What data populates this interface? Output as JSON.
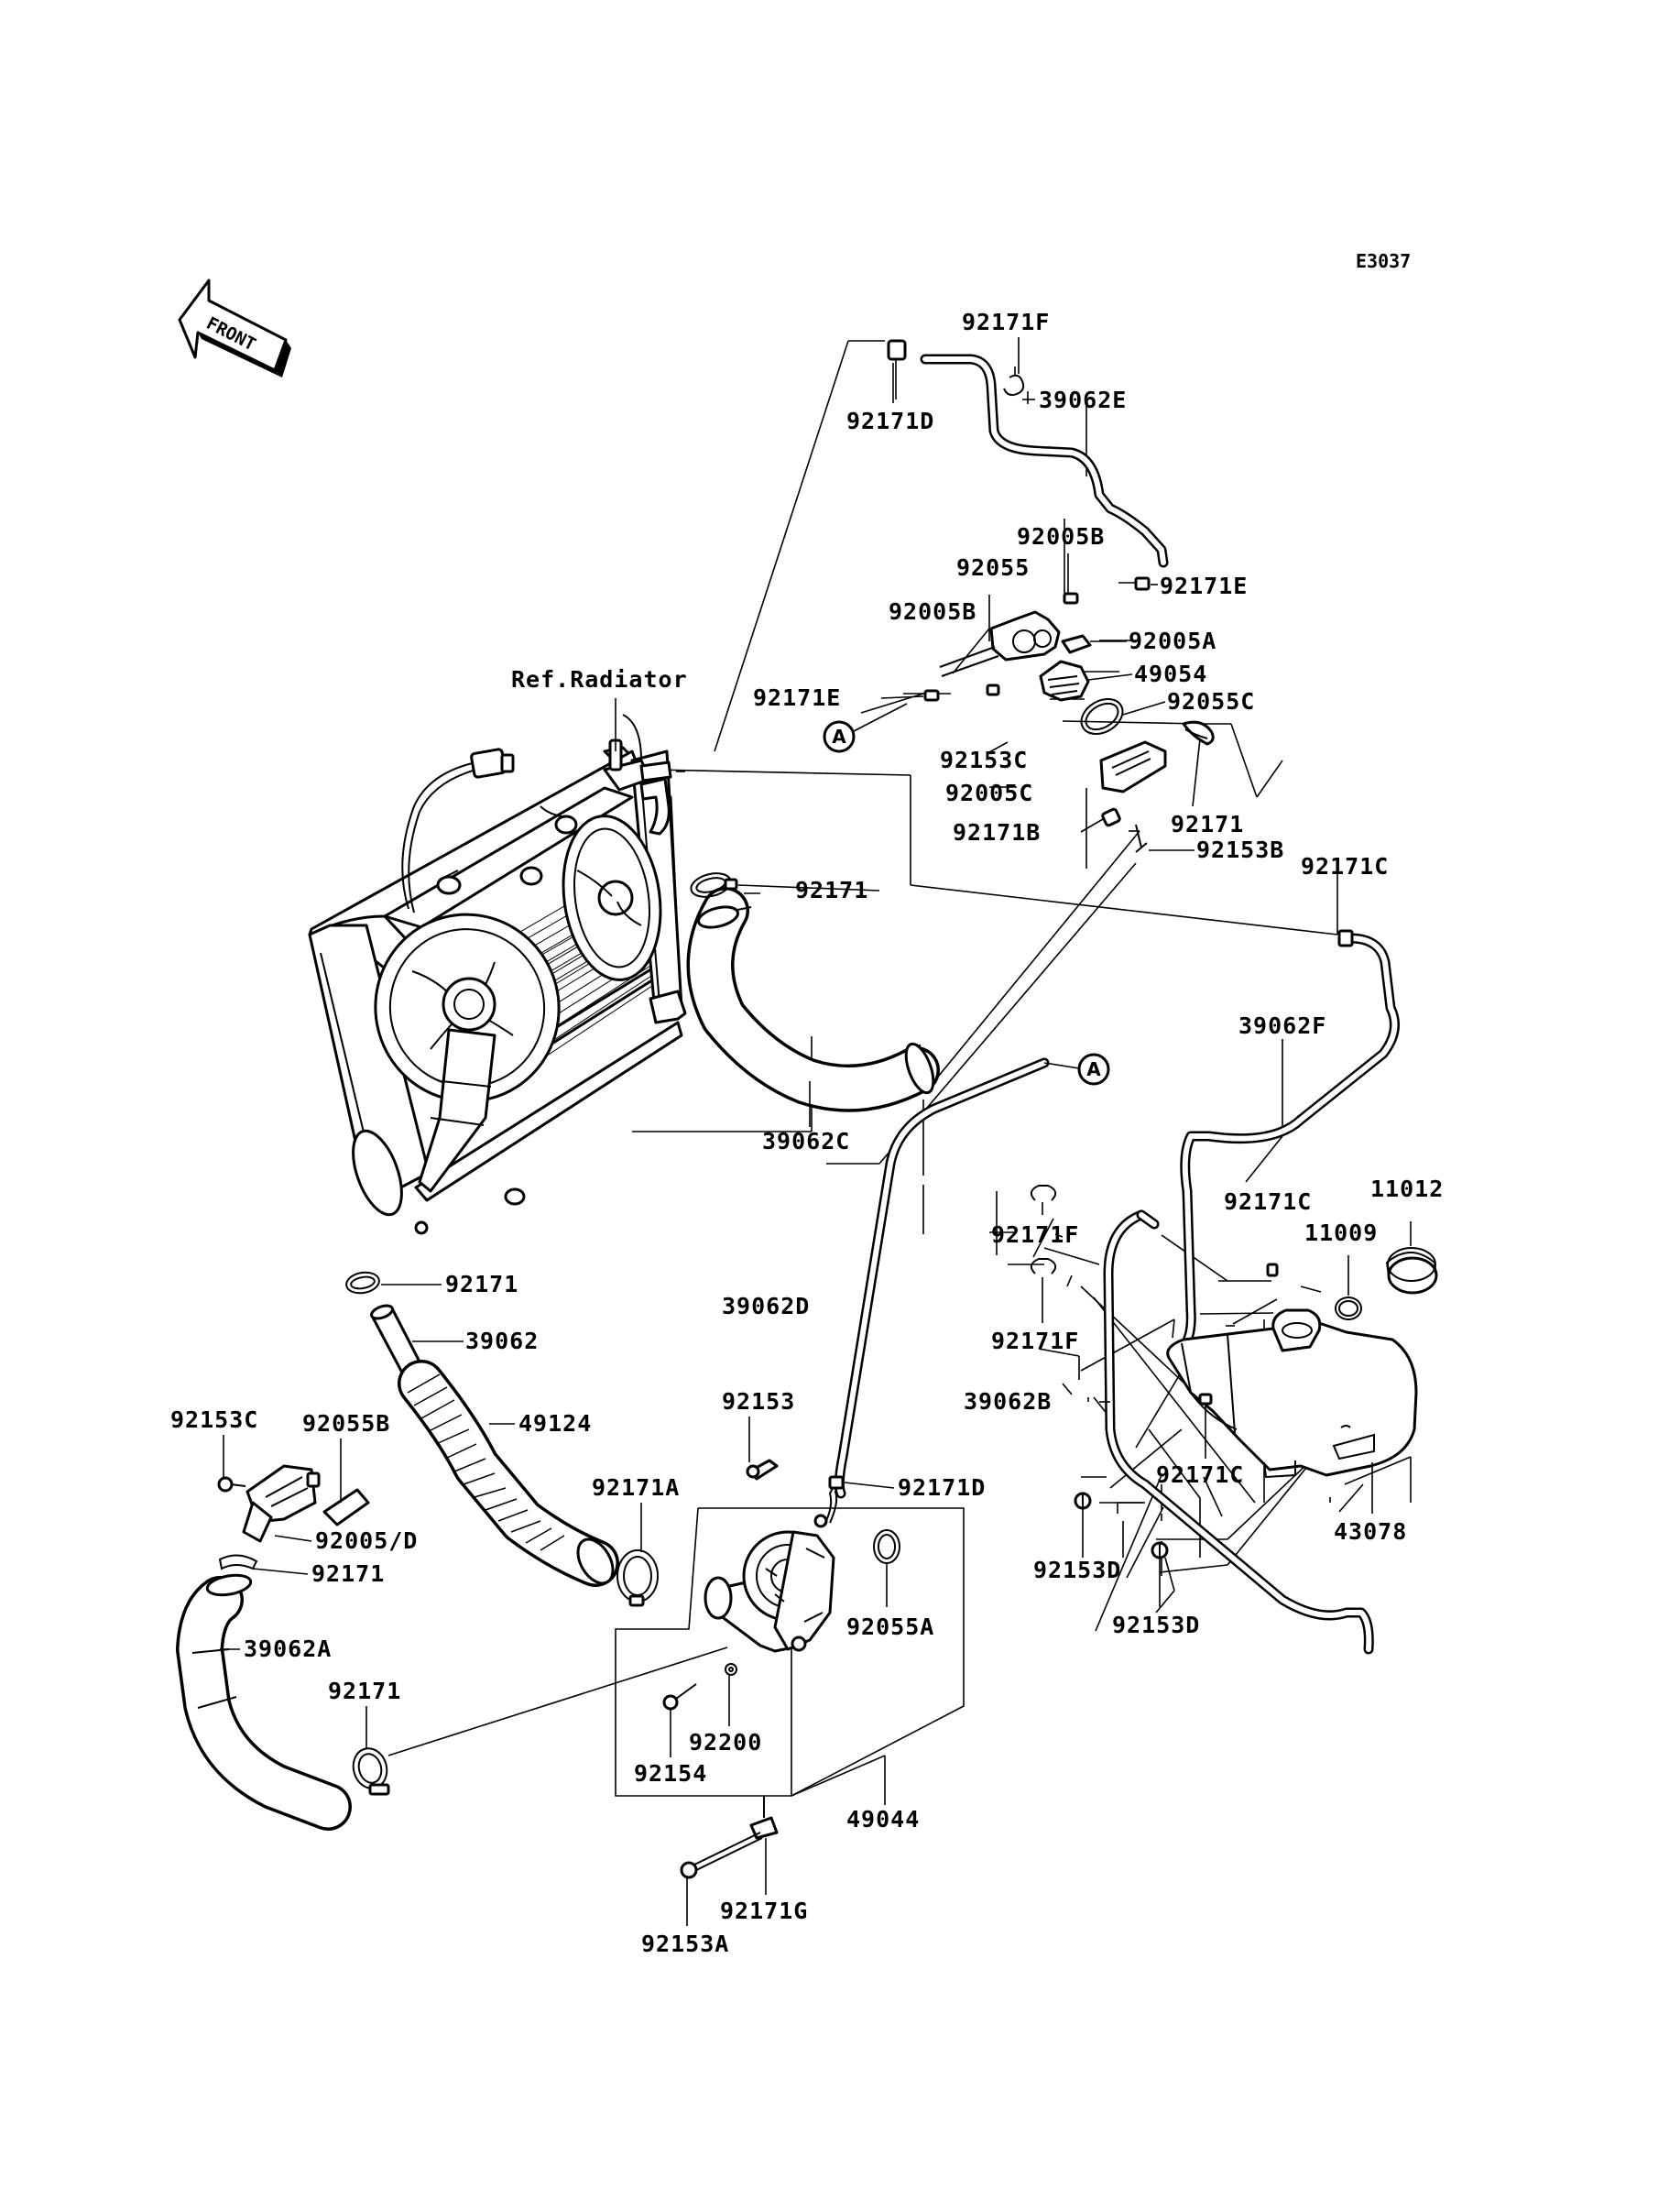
{
  "diagram_code": "E3037",
  "front_label": "FRONT",
  "ref_label": "Ref.Radiator",
  "connector_a": "A",
  "parts": {
    "p_92171F_top": "92171F",
    "p_92171D_top": "92171D",
    "p_39062E": "39062E",
    "p_92005B_a": "92005B",
    "p_92055": "92055",
    "p_92171E_a": "92171E",
    "p_92005B_b": "92005B",
    "p_92005A": "92005A",
    "p_49054": "49054",
    "p_92171E_b": "92171E",
    "p_92055C": "92055C",
    "p_92153C_top": "92153C",
    "p_92005C": "92005C",
    "p_92171_thermo": "92171",
    "p_92171B": "92171B",
    "p_92153B": "92153B",
    "p_92171C_right": "92171C",
    "p_92171_upper": "92171",
    "p_39062F": "39062F",
    "p_39062C": "39062C",
    "p_92171F_mid1": "92171F",
    "p_92171C_mid": "92171C",
    "p_11012": "11012",
    "p_11009": "11009",
    "p_92171_lower": "92171",
    "p_39062D": "39062D",
    "p_92171F_mid2": "92171F",
    "p_39062": "39062",
    "p_39062B": "39062B",
    "p_92153": "92153",
    "p_92153C_left": "92153C",
    "p_92055B": "92055B",
    "p_49124": "49124",
    "p_92171A": "92171A",
    "p_92171D_pump": "92171D",
    "p_92171C_tank": "92171C",
    "p_43078": "43078",
    "p_92005D": "92005/D",
    "p_92171_left": "92171",
    "p_92055A": "92055A",
    "p_92153D_a": "92153D",
    "p_92153D_b": "92153D",
    "p_39062A": "39062A",
    "p_92171_bottom": "92171",
    "p_92200": "92200",
    "p_92154": "92154",
    "p_49044": "49044",
    "p_92171G": "92171G",
    "p_92153A": "92153A"
  }
}
